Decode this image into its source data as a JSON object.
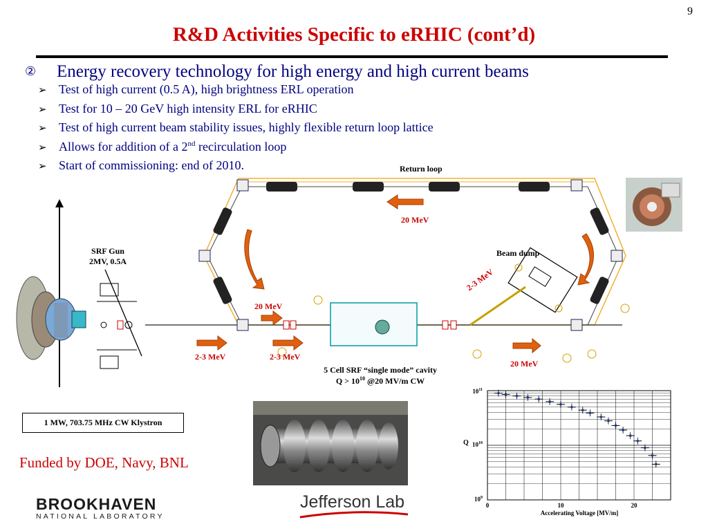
{
  "page_number": "9",
  "title": "R&D Activities Specific to eRHIC (cont’d)",
  "heading": {
    "marker": "②",
    "text": "Energy recovery technology for high energy and high current beams"
  },
  "bullets": [
    {
      "marker": "➢",
      "text": "Test of high current (0.5 A),  high brightness ERL operation"
    },
    {
      "marker": "➢",
      "text": "Test for 10 – 20 GeV high intensity ERL for eRHIC"
    },
    {
      "marker": "➢",
      "text": "Test of high current beam stability issues, highly flexible return loop lattice"
    },
    {
      "marker": "➢",
      "text": "Allows for addition of a 2",
      "sup": "nd",
      "text_after": " recirculation loop"
    },
    {
      "marker": "➢",
      "text": "Start of commissioning: end of 2010."
    }
  ],
  "diagram": {
    "return_loop": "Return loop",
    "energy_top": "20 MeV",
    "srf_gun": [
      "SRF Gun",
      "2MV, 0.5A"
    ],
    "beam_dump": "Beam dump",
    "energy_dump": "2-3 MeV",
    "energy_left": "20 MeV",
    "energy_bottom_1": "2-3 MeV",
    "energy_bottom_2": "2-3 MeV",
    "energy_bottom_right": "20 MeV",
    "cavity_caption": [
      "5 Cell SRF “single mode” cavity",
      "Q > 10",
      "10",
      " @20 MV/m CW"
    ],
    "klystron": "1 MW, 703.75 MHz CW Klystron"
  },
  "funded": "Funded by DOE, Navy, BNL",
  "logos": {
    "bnl_word": "BROOKHAVEN",
    "bnl_sub": "NATIONAL LABORATORY",
    "jlab": "Jefferson Lab"
  },
  "chart_data": {
    "type": "scatter",
    "title": "",
    "xlabel": "Accelerating Voltage [MV/m]",
    "ylabel": "Q",
    "xlim": [
      0,
      25
    ],
    "ylim_log10": [
      9,
      11
    ],
    "x_ticks": [
      "0",
      "10",
      "20"
    ],
    "y_ticks": [
      {
        "base": "10",
        "exp": "11"
      },
      {
        "base": "10",
        "exp": "10"
      },
      {
        "base": "10",
        "exp": "9"
      }
    ],
    "grid": true,
    "series": [
      {
        "x": [
          1.5,
          2.5,
          4,
          5.5,
          7,
          8.5,
          10,
          11.5,
          13,
          14,
          15.5,
          16.5,
          17.5,
          18.5,
          19.5,
          20.5,
          21.5,
          22.5,
          23
        ],
        "y": [
          90000000000.0,
          85000000000.0,
          80000000000.0,
          75000000000.0,
          70000000000.0,
          63000000000.0,
          56000000000.0,
          50000000000.0,
          44000000000.0,
          39000000000.0,
          33000000000.0,
          28000000000.0,
          23000000000.0,
          19000000000.0,
          15000000000.0,
          12000000000.0,
          9000000000.0,
          6500000000.0,
          4500000000.0
        ]
      }
    ]
  },
  "colors": {
    "title": "#cc0000",
    "bullet_text": "#000080",
    "arrow_fill": "#e06010",
    "lattice": "#f0b030"
  }
}
